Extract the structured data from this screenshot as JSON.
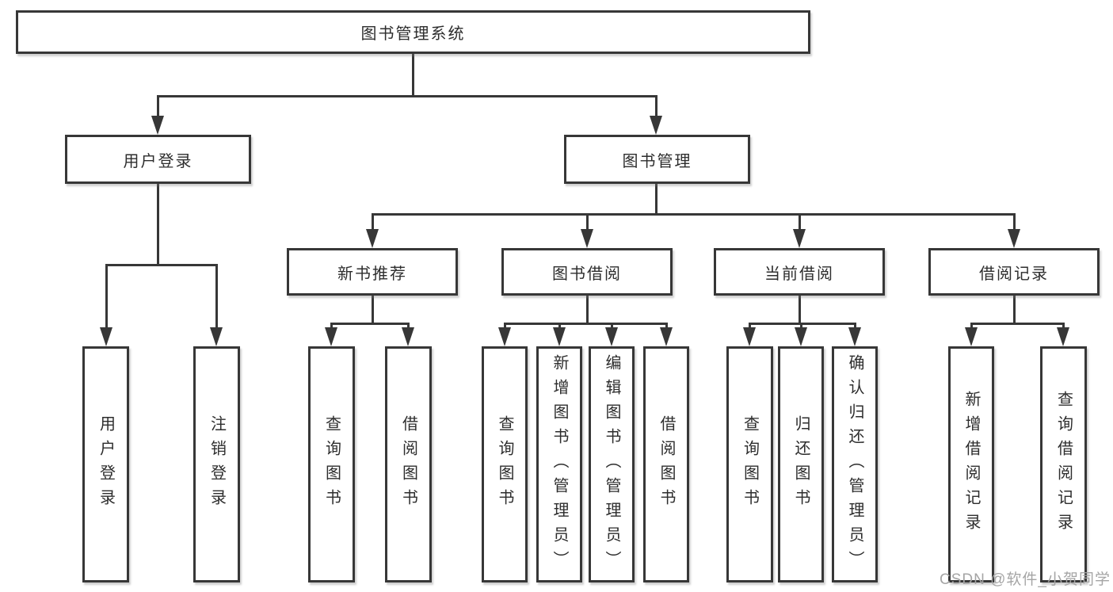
{
  "diagram": {
    "title": "图书管理系统",
    "root": {
      "label": "图书管理系统"
    },
    "level2": [
      {
        "label": "用户登录"
      },
      {
        "label": "图书管理"
      }
    ],
    "level3": [
      {
        "label": "新书推荐"
      },
      {
        "label": "图书借阅"
      },
      {
        "label": "当前借阅"
      },
      {
        "label": "借阅记录"
      }
    ],
    "leaves": {
      "user_login": [
        "用户登录",
        "注销登录"
      ],
      "new_books": [
        "查询图书",
        "借阅图书"
      ],
      "borrow": [
        "查询图书",
        "新增图书（管理员）",
        "编辑图书（管理员）",
        "借阅图书"
      ],
      "current": [
        "查询图书",
        "归还图书",
        "确认归还（管理员）"
      ],
      "records": [
        "新增借阅记录",
        "查询借阅记录"
      ]
    },
    "line_color": "#373737",
    "box_background": "#ffffff"
  },
  "watermark": {
    "text": "CSDN @软件_小贺同学"
  }
}
